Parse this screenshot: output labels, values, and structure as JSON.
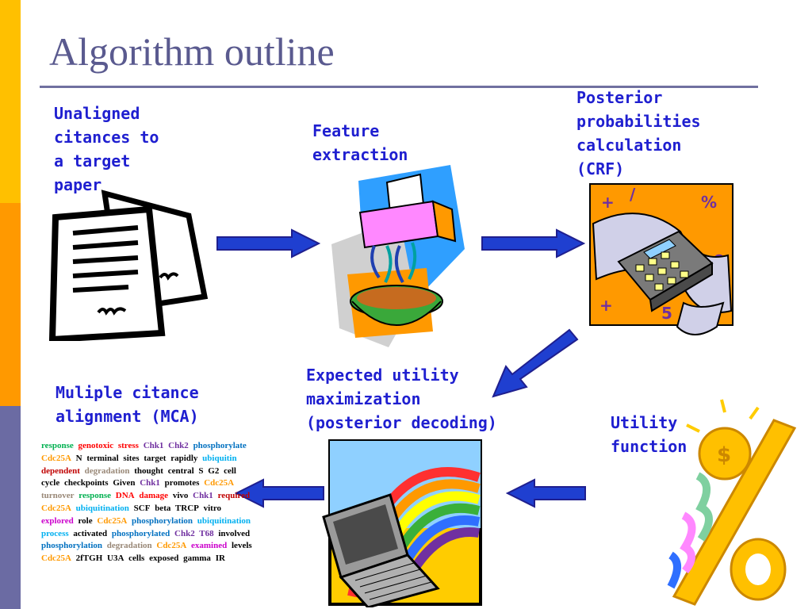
{
  "slide": {
    "title": "Algorithm outline",
    "accent_colors": [
      "#ffc000",
      "#ff9900",
      "#6b6ba3"
    ]
  },
  "steps": {
    "unaligned": "Unaligned\ncitances to\na target\npaper",
    "feature": "Feature\nextraction",
    "posterior": "Posterior\nprobabilities\ncalculation\n(CRF)",
    "expected": "Expected utility\nmaximization\n(posterior decoding)",
    "mca": "Muliple citance\nalignment (MCA)",
    "utility": "Utility\nfunction"
  },
  "mca_words": [
    {
      "t": "response",
      "c": "#00b050"
    },
    {
      "t": "genotoxic",
      "c": "#ff0000"
    },
    {
      "t": "stress",
      "c": "#ff0000"
    },
    {
      "t": "Chk1",
      "c": "#7030a0"
    },
    {
      "t": "Chk2",
      "c": "#7030a0"
    },
    {
      "t": "phosphorylate",
      "c": "#0070c0"
    },
    {
      "t": "Cdc25A",
      "c": "#ff9900"
    },
    {
      "t": "N",
      "c": "#000000"
    },
    {
      "t": "terminal",
      "c": "#000000"
    },
    {
      "t": "sites",
      "c": "#000000"
    },
    {
      "t": "target",
      "c": "#000000"
    },
    {
      "t": "rapidly",
      "c": "#000000"
    },
    {
      "t": "ubiquitin",
      "c": "#00b0f0"
    },
    {
      "t": "dependent",
      "c": "#c00000"
    },
    {
      "t": "degradation",
      "c": "#998877"
    },
    {
      "t": "thought",
      "c": "#000000"
    },
    {
      "t": "central",
      "c": "#000000"
    },
    {
      "t": "S",
      "c": "#000000"
    },
    {
      "t": "G2",
      "c": "#000000"
    },
    {
      "t": "cell",
      "c": "#000000"
    },
    {
      "t": "cycle",
      "c": "#000000"
    },
    {
      "t": "checkpoints",
      "c": "#000000"
    },
    {
      "t": "Given",
      "c": "#000000"
    },
    {
      "t": "Chk1",
      "c": "#7030a0"
    },
    {
      "t": "promotes",
      "c": "#000000"
    },
    {
      "t": "Cdc25A",
      "c": "#ff9900"
    },
    {
      "t": "turnover",
      "c": "#998877"
    },
    {
      "t": "response",
      "c": "#00b050"
    },
    {
      "t": "DNA",
      "c": "#ff0000"
    },
    {
      "t": "damage",
      "c": "#ff0000"
    },
    {
      "t": "vivo",
      "c": "#000000"
    },
    {
      "t": "Chk1",
      "c": "#7030a0"
    },
    {
      "t": "required",
      "c": "#c00000"
    },
    {
      "t": "Cdc25A",
      "c": "#ff9900"
    },
    {
      "t": "ubiquitination",
      "c": "#00b0f0"
    },
    {
      "t": "SCF",
      "c": "#000000"
    },
    {
      "t": "beta",
      "c": "#000000"
    },
    {
      "t": "TRCP",
      "c": "#000000"
    },
    {
      "t": "vitro",
      "c": "#000000"
    },
    {
      "t": "explored",
      "c": "#cc00cc"
    },
    {
      "t": "role",
      "c": "#000000"
    },
    {
      "t": "Cdc25A",
      "c": "#ff9900"
    },
    {
      "t": "phosphorylation",
      "c": "#0070c0"
    },
    {
      "t": "ubiquitination",
      "c": "#00b0f0"
    },
    {
      "t": "process",
      "c": "#00b0f0"
    },
    {
      "t": "activated",
      "c": "#000000"
    },
    {
      "t": "phosphorylated",
      "c": "#0070c0"
    },
    {
      "t": "Chk2",
      "c": "#7030a0"
    },
    {
      "t": "T68",
      "c": "#7030a0"
    },
    {
      "t": "involved",
      "c": "#000000"
    },
    {
      "t": "phosphorylation",
      "c": "#0070c0"
    },
    {
      "t": "degradation",
      "c": "#998877"
    },
    {
      "t": "Cdc25A",
      "c": "#ff9900"
    },
    {
      "t": "examined",
      "c": "#cc00cc"
    },
    {
      "t": "levels",
      "c": "#000000"
    },
    {
      "t": "Cdc25A",
      "c": "#ff9900"
    },
    {
      "t": "2fTGH",
      "c": "#000000"
    },
    {
      "t": "U3A",
      "c": "#000000"
    },
    {
      "t": "cells",
      "c": "#000000"
    },
    {
      "t": "exposed",
      "c": "#000000"
    },
    {
      "t": "gamma",
      "c": "#000000"
    },
    {
      "t": "IR",
      "c": "#000000"
    }
  ],
  "icons": [
    "document-icon",
    "shredder-icon",
    "calculator-icon",
    "rainbow-laptop-icon",
    "percent-icon",
    "arrow-right-icon",
    "arrow-left-icon",
    "arrow-down-left-icon"
  ]
}
